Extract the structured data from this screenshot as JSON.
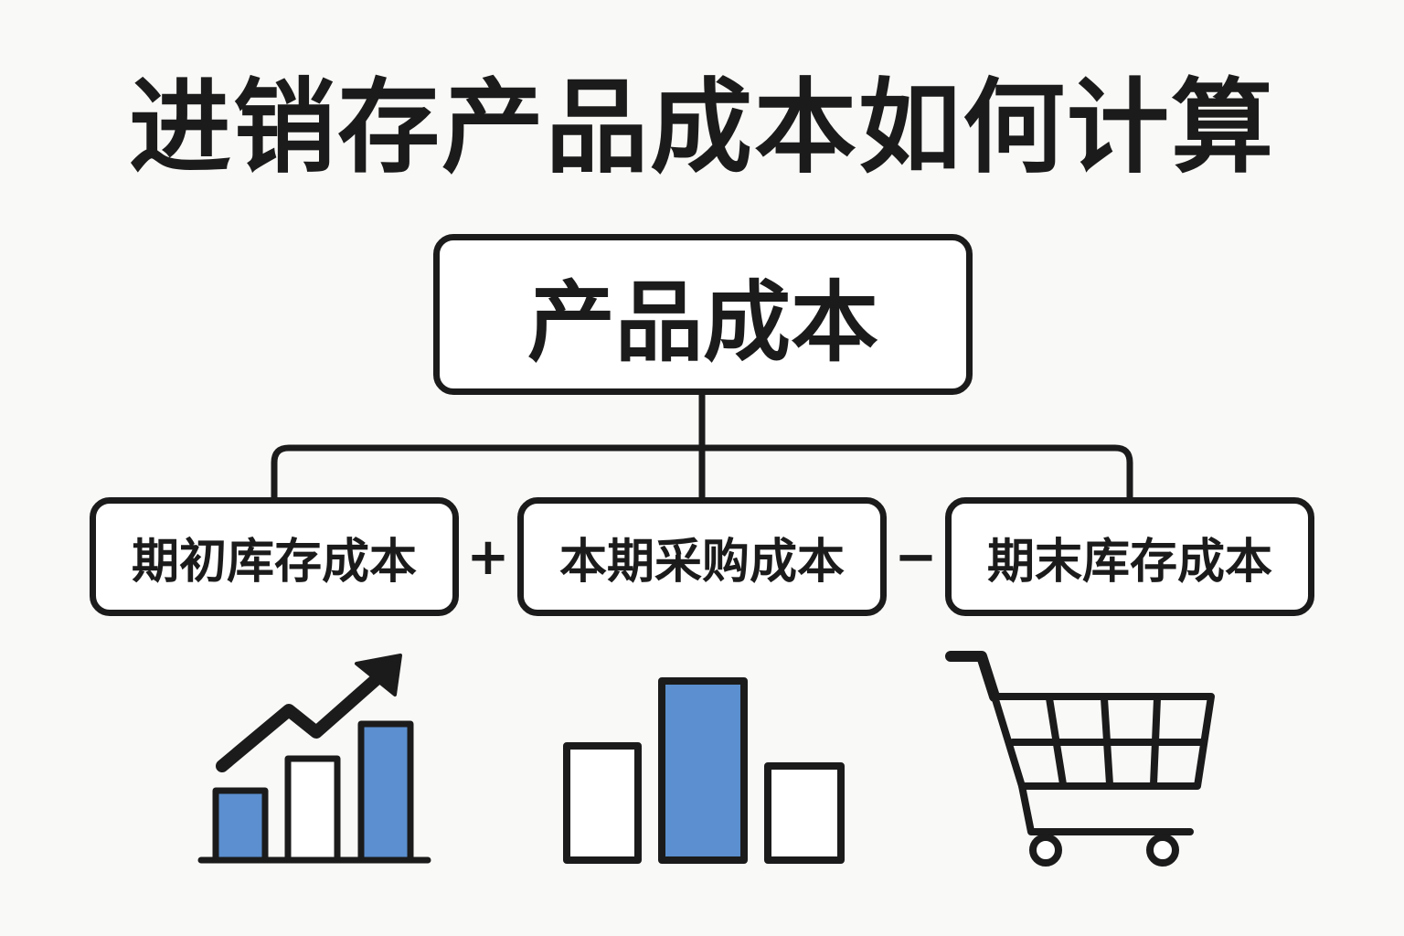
{
  "title": "进销存产品成本如何计算",
  "root": {
    "label": "产品成本"
  },
  "formula": {
    "terms": [
      {
        "label": "期初库存成本"
      },
      {
        "label": "本期采购成本"
      },
      {
        "label": "期末库存成本"
      }
    ],
    "operators": [
      "+",
      "−"
    ]
  },
  "icons": [
    {
      "name": "rising-bar-chart-icon"
    },
    {
      "name": "bar-chart-icon"
    },
    {
      "name": "shopping-cart-icon"
    }
  ],
  "colors": {
    "accent": "#5b8fcf",
    "stroke": "#1b1b1b",
    "background": "#f9f9f7"
  }
}
